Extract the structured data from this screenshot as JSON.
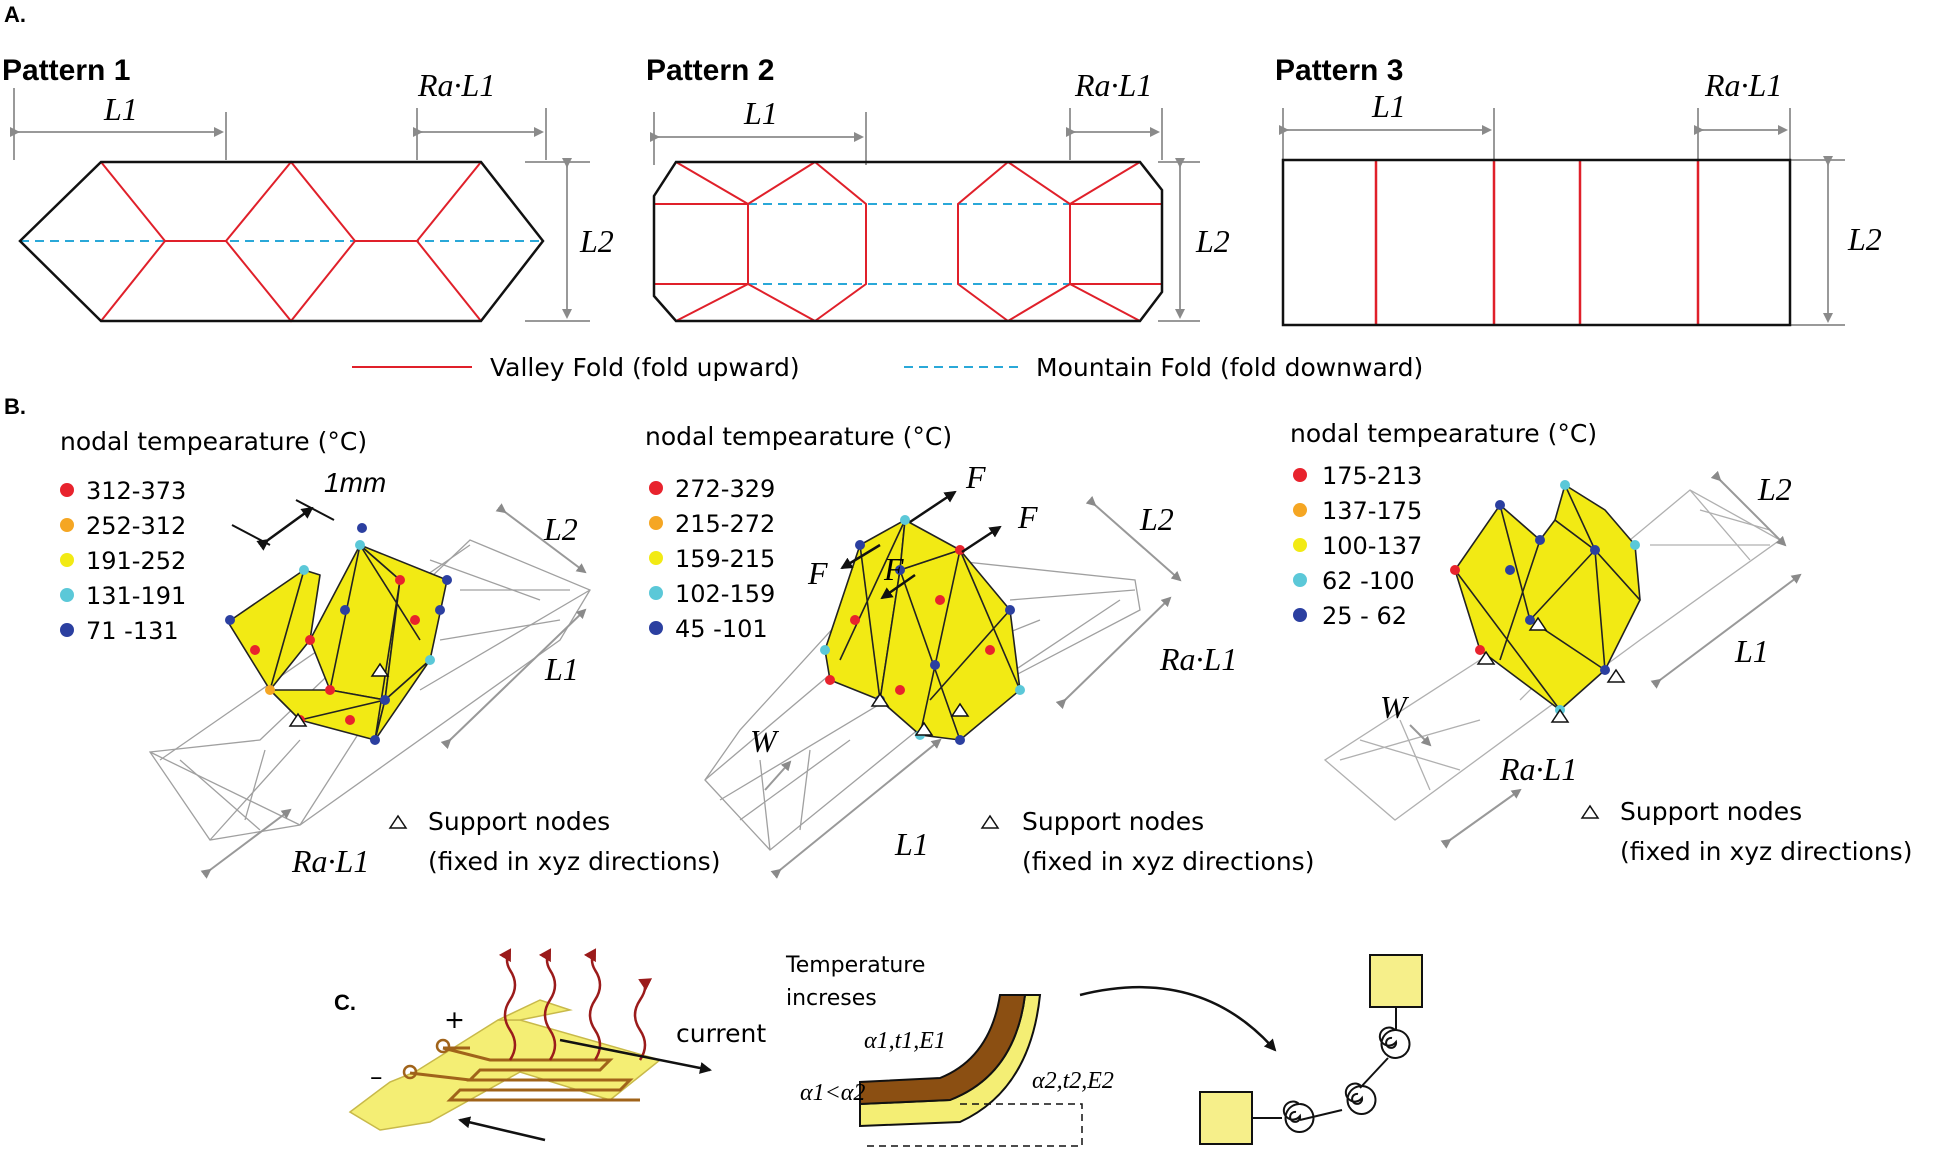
{
  "section_a": {
    "label": "A.",
    "patterns": [
      {
        "title": "Pattern 1",
        "L1": "L1",
        "RaL1": "Ra·L1",
        "L2": "L2"
      },
      {
        "title": "Pattern 2",
        "L1": "L1",
        "RaL1": "Ra·L1",
        "L2": "L2"
      },
      {
        "title": "Pattern 3",
        "L1": "L1",
        "RaL1": "Ra·L1",
        "L2": "L2"
      }
    ],
    "legend": {
      "valley": "Valley Fold (fold upward)",
      "mountain": "Mountain Fold (fold downward)"
    }
  },
  "section_b": {
    "label": "B.",
    "temp_title": "nodal tempearature (°C)",
    "panels": [
      {
        "ranges": [
          "312-373",
          "252-312",
          "191-252",
          "131-191",
          "71 -131"
        ],
        "labels": {
          "mm": "1mm",
          "L2": "L2",
          "L1": "L1",
          "RaL1": "Ra·L1"
        }
      },
      {
        "ranges": [
          "272-329",
          "215-272",
          "159-215",
          "102-159",
          "45 -101"
        ],
        "labels": {
          "F": "F",
          "W": "W",
          "L2": "L2",
          "L1": "L1",
          "RaL1": "Ra·L1"
        }
      },
      {
        "ranges": [
          "175-213",
          "137-175",
          "100-137",
          "62 -100",
          "25 - 62"
        ],
        "labels": {
          "W": "W",
          "L2": "L2",
          "L1": "L1",
          "RaL1": "Ra·L1"
        }
      }
    ],
    "support_line1": "Support nodes",
    "support_line2": "(fixed in xyz directions)",
    "range_colors": [
      "#e8232d",
      "#f5a623",
      "#f2ea14",
      "#5bc8d8",
      "#2b3fa0"
    ]
  },
  "section_c": {
    "label": "C.",
    "plus": "+",
    "minus": "–",
    "current": "current",
    "temp_line1": "Temperature",
    "temp_line2": "increses",
    "layer1": "α1,t1,E1",
    "layer2": "α2,t2,E2",
    "ineq": "α1<α2"
  },
  "colors": {
    "valley": "#e0202a",
    "mountain": "#2aa8d8",
    "yellow": "#f2ea14",
    "heater_pad": "#f4ee74",
    "trace": "#a0631a",
    "brown": "#8b4f12",
    "wave": "#9b1b1b",
    "square": "#f6ef8a"
  }
}
